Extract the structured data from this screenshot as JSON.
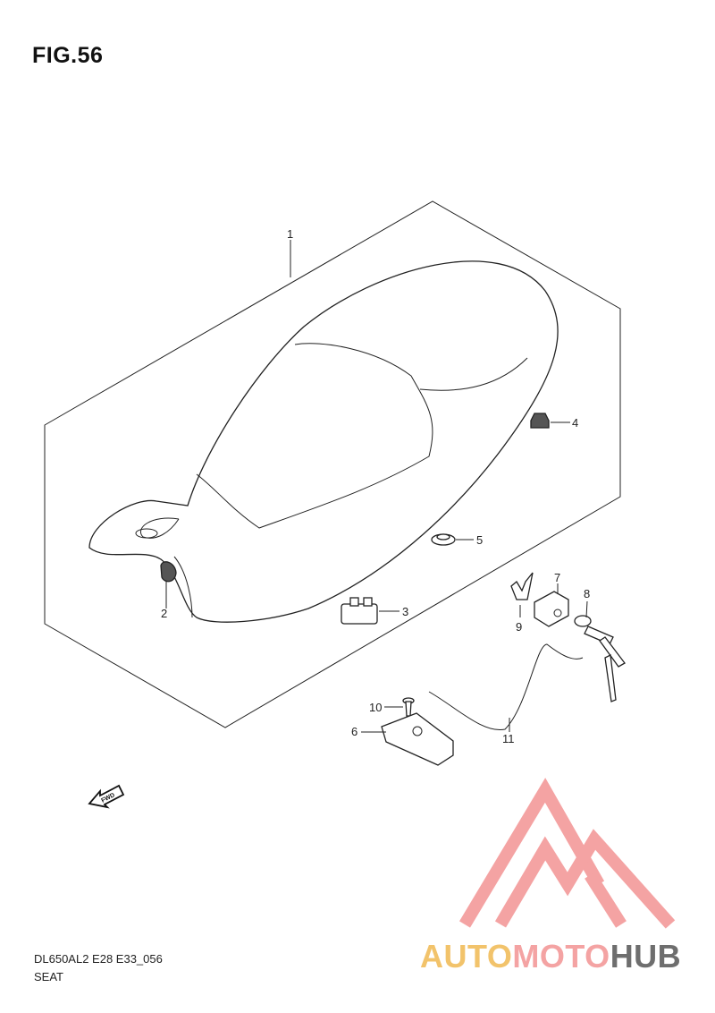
{
  "figure": {
    "title": "FIG.56",
    "model_code": "DL650AL2 E28 E33_056",
    "section_name": "SEAT"
  },
  "callouts": [
    {
      "number": "1",
      "part": "seat"
    },
    {
      "number": "2",
      "part": "cushion"
    },
    {
      "number": "3",
      "part": "cushion"
    },
    {
      "number": "4",
      "part": "cushion"
    },
    {
      "number": "5",
      "part": "nut"
    },
    {
      "number": "6",
      "part": "seat-lock"
    },
    {
      "number": "7",
      "part": "bracket"
    },
    {
      "number": "8",
      "part": "lock-set"
    },
    {
      "number": "9",
      "part": "clip"
    },
    {
      "number": "10",
      "part": "screw"
    },
    {
      "number": "11",
      "part": "cable"
    }
  ],
  "fwd_label": "FWD",
  "watermark": {
    "brand_parts": [
      "AUTO",
      "MOTO",
      "HUB"
    ],
    "colors": {
      "auto": "#f2c36b",
      "moto": "#f4a3a3",
      "hub": "#6e6e6e",
      "logo": "#f4a3a3"
    }
  }
}
